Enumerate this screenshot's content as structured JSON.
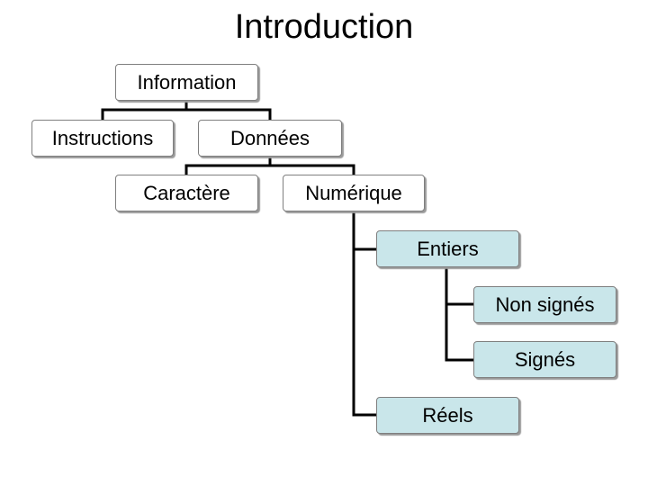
{
  "title": "Introduction",
  "nodes": {
    "information": "Information",
    "instructions": "Instructions",
    "donnees": "Données",
    "caractere": "Caractère",
    "numerique": "Numérique",
    "entiers": "Entiers",
    "non_signes": "Non signés",
    "signes": "Signés",
    "reels": "Réels"
  },
  "colors": {
    "connector": "#000000",
    "box_border": "#7f7f7f",
    "box_fill": "#ffffff",
    "numeric_fill": "#c9e6ea"
  }
}
